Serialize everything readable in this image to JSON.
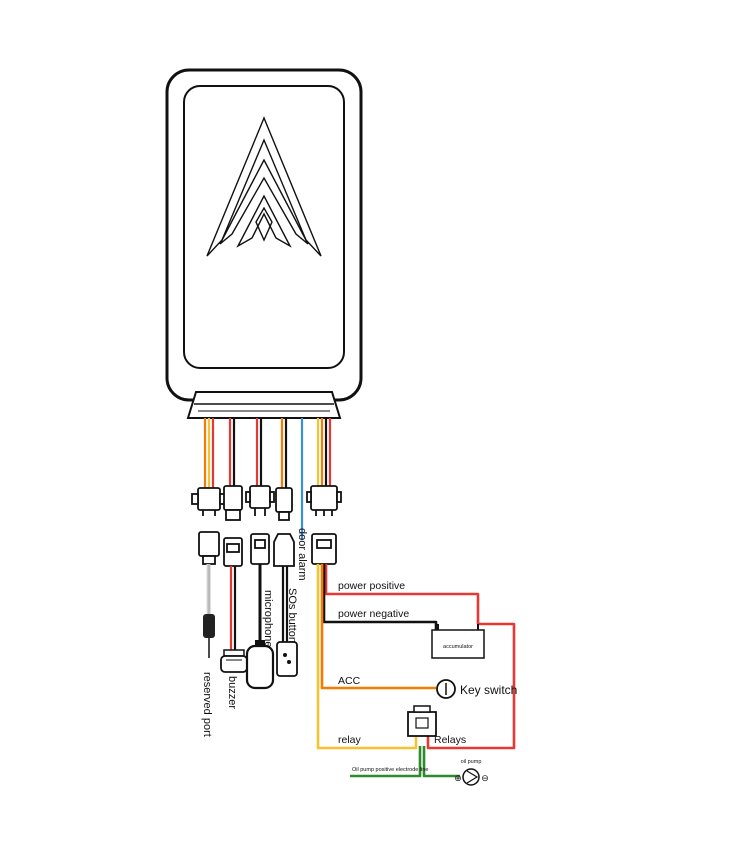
{
  "labels": {
    "reserved_port": "reserved port",
    "buzzer": "buzzer",
    "microphone": "microphone",
    "sos_button": "SOs button",
    "door_alarm": "door alarm",
    "power_positive": "power positive",
    "power_negative": "power negative",
    "accumulator": "accumulator",
    "acc": "ACC",
    "key_switch": "Key switch",
    "relay": "relay",
    "relays": "Relays",
    "oil_pump_line": "Oil pump positive electrode line",
    "oil_pump": "oil pump"
  },
  "colors": {
    "outline": "#111111",
    "red": "#e53935",
    "orange": "#f57c00",
    "yellow": "#f4c430",
    "blue": "#3a8fd9",
    "green": "#2e8b2e",
    "black": "#111111"
  }
}
